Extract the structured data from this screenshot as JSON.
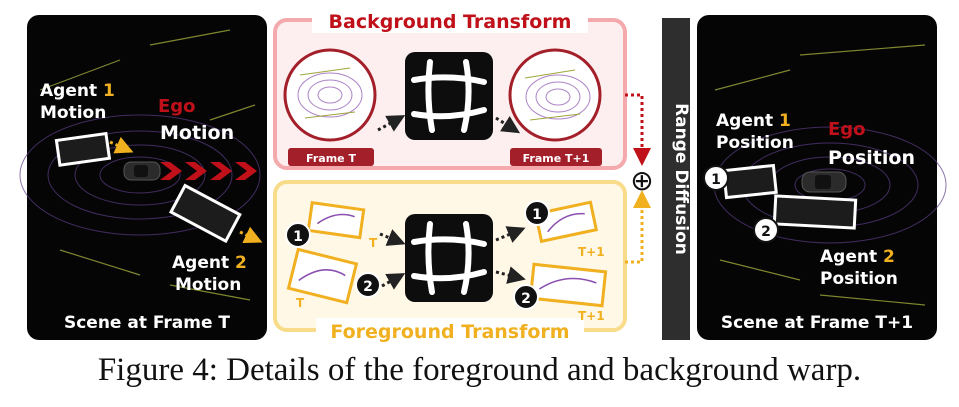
{
  "figure": {
    "caption": "Figure 4: Details of the foreground and background warp."
  },
  "left_panel": {
    "title": "Scene at Frame T",
    "agent1": {
      "prefix": "Agent ",
      "number": "1",
      "suffix": "Motion"
    },
    "ego": {
      "line1": "Ego",
      "line2": "Motion"
    },
    "agent2": {
      "prefix": "Agent ",
      "number": "2",
      "suffix": "Motion"
    }
  },
  "middle": {
    "background_title": "Background Transform",
    "foreground_title": "Foreground Transform",
    "frame_t_label": "Frame T",
    "frame_t1_label": "Frame T+1",
    "fg_labels": {
      "t": "T",
      "t1": "T+1"
    },
    "badges": {
      "one": "1",
      "two": "2"
    },
    "combine_symbol": "⊕",
    "range_diffusion": "Range Diffusion"
  },
  "right_panel": {
    "title": "Scene at Frame T+1",
    "agent1": {
      "prefix": "Agent ",
      "number": "1",
      "suffix": "Position"
    },
    "ego": {
      "line1": "Ego",
      "line2": "Position"
    },
    "agent2": {
      "prefix": "Agent ",
      "number": "2",
      "suffix": "Position"
    }
  },
  "colors": {
    "background_panel": "#f4a9ad",
    "background_fill": "#fdeff0",
    "foreground_panel": "#f8dc8a",
    "foreground_fill": "#fff8e6",
    "ego_red": "#c0101a",
    "agent_yellow": "#f0b020",
    "lidar_purple": "#8a4fb0"
  }
}
